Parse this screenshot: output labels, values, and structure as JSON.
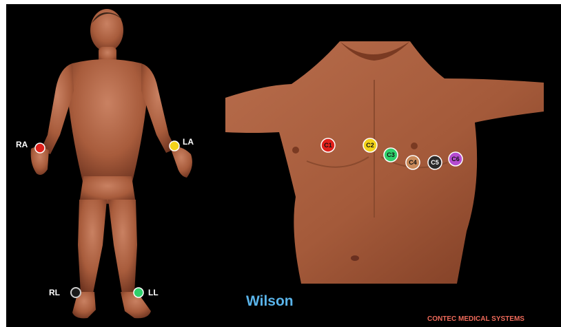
{
  "limb_leads": [
    {
      "label": "RA",
      "color": "#e0201b"
    },
    {
      "label": "LA",
      "color": "#f3d21a"
    },
    {
      "label": "RL",
      "color": "#1a1a1a"
    },
    {
      "label": "LL",
      "color": "#2fcf6b"
    }
  ],
  "chest_leads": [
    {
      "label": "C1",
      "color": "#e0201b"
    },
    {
      "label": "C2",
      "color": "#f3d21a"
    },
    {
      "label": "C3",
      "color": "#2fcf6b"
    },
    {
      "label": "C4",
      "color": "#c98a5a"
    },
    {
      "label": "C5",
      "color": "#2a2a2a"
    },
    {
      "label": "C6",
      "color": "#b44bd0"
    }
  ],
  "caption": "Wilson",
  "caption_color": "#5ab4ea",
  "brand": "CONTEC MEDICAL SYSTEMS",
  "brand_color": "#ef6a5a",
  "skin_color": "#b56a48"
}
